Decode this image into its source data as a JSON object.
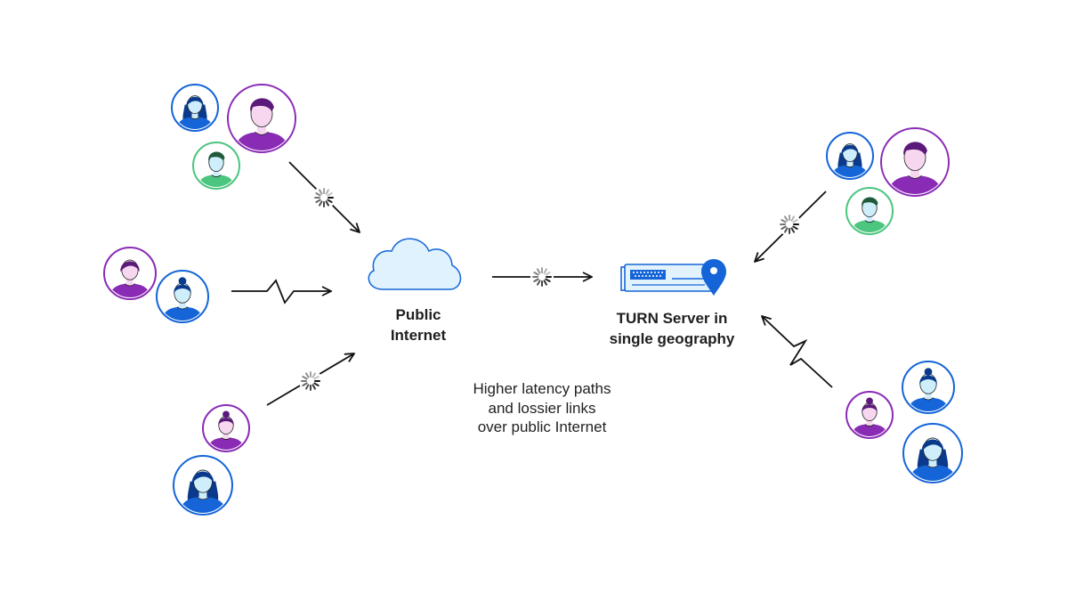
{
  "labels": {
    "public_internet": [
      "Public",
      "Internet"
    ],
    "turn_server": [
      "TURN Server in",
      "single geography"
    ],
    "note": [
      "Higher latency paths",
      "and lossier links",
      "over public Internet"
    ]
  },
  "colors": {
    "purple": "#8a2bb5",
    "blue": "#1565d8",
    "dark_blue": "#0b3a8c",
    "green": "#4cc57e",
    "dark_green": "#1f5b3a",
    "skin": "#cfeefc",
    "skin_pink": "#f6d7ef",
    "cloud_fill": "#dff2fd",
    "cloud_stroke": "#1565d8",
    "arrow": "#111111"
  },
  "icons": [
    "user-avatar-icon",
    "cloud-icon",
    "server-icon",
    "location-pin-icon",
    "loading-spinner-icon",
    "lightning-link-icon",
    "arrow-icon"
  ]
}
